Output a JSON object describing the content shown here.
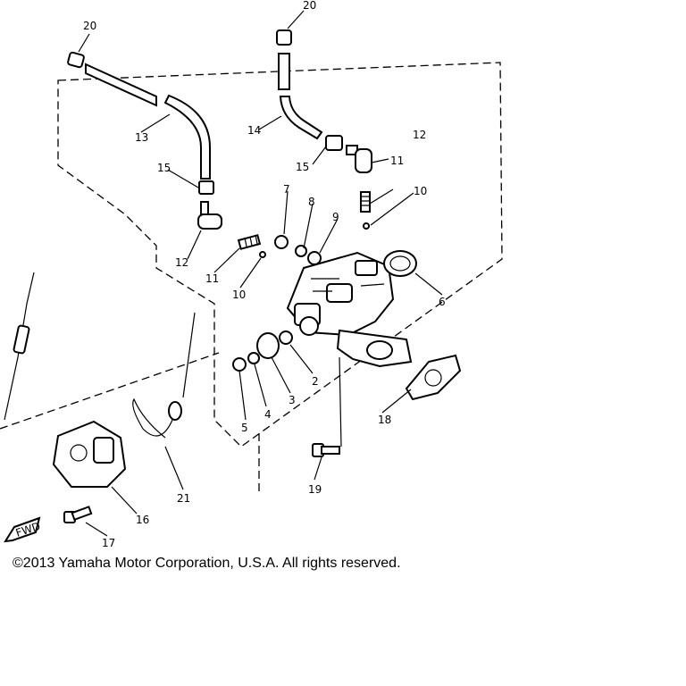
{
  "callouts": {
    "c1": "20",
    "c2": "20",
    "c3": "13",
    "c4": "14",
    "c5": "12",
    "c6": "15",
    "c7": "11",
    "c8": "15",
    "c9": "12",
    "c10": "10",
    "c11": "7",
    "c12": "8",
    "c13": "9",
    "c14": "11",
    "c15": "10",
    "c16": "6",
    "c17": "2",
    "c18": "3",
    "c19": "4",
    "c20": "5",
    "c21": "18",
    "c22": "19",
    "c23": "21",
    "c24": "16",
    "c25": "17"
  },
  "fwd_label": "FWD",
  "copyright": "©2013 Yamaha Motor Corporation, U.S.A. All rights reserved."
}
